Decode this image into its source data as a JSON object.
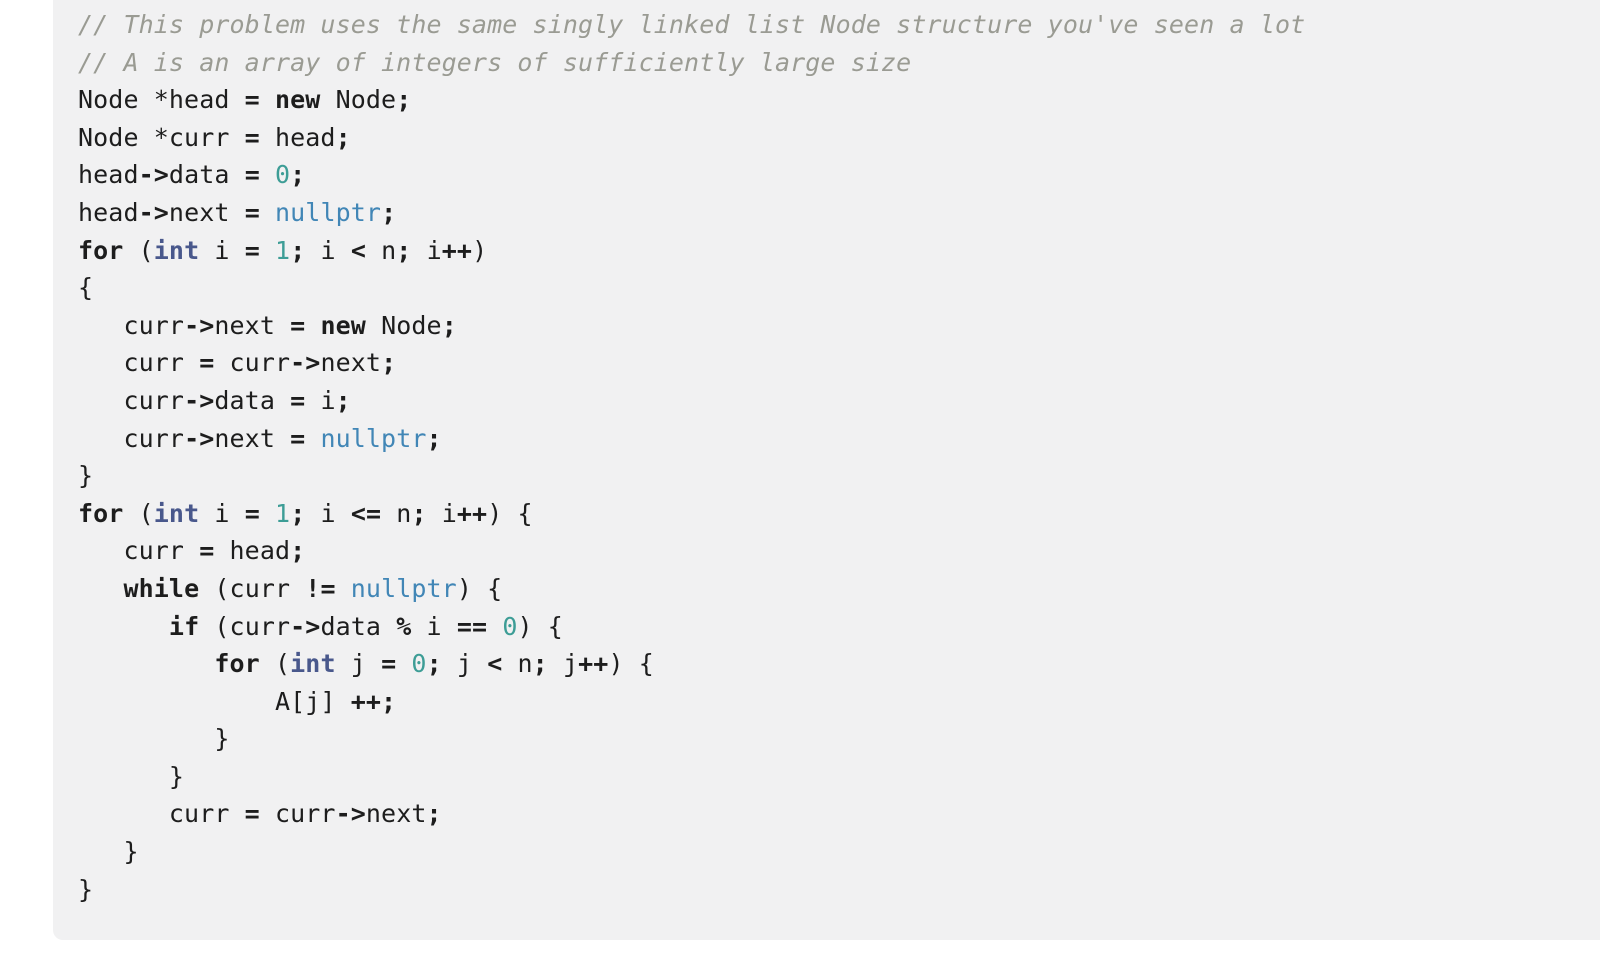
{
  "palette": {
    "page-bg": "#ffffff",
    "block-bg": "#f1f1f2",
    "fg": "#1d1d1d",
    "comment": "#9a9b93",
    "type": "#49588c",
    "number": "#3d9d96",
    "literal": "#4186b6"
  },
  "code": {
    "language": "cpp",
    "lines": [
      [
        [
          "c",
          "// This problem uses the same singly linked list Node structure you've seen a lot"
        ]
      ],
      [
        [
          "c",
          "// A is an array of integers of sufficiently large size"
        ]
      ],
      [
        [
          "p",
          "Node *head "
        ],
        [
          "o",
          "="
        ],
        [
          "p",
          " "
        ],
        [
          "k",
          "new"
        ],
        [
          "p",
          " Node"
        ],
        [
          "o",
          ";"
        ]
      ],
      [
        [
          "p",
          "Node *curr "
        ],
        [
          "o",
          "="
        ],
        [
          "p",
          " head"
        ],
        [
          "o",
          ";"
        ]
      ],
      [
        [
          "p",
          "head"
        ],
        [
          "o",
          "->"
        ],
        [
          "p",
          "data "
        ],
        [
          "o",
          "="
        ],
        [
          "p",
          " "
        ],
        [
          "n",
          "0"
        ],
        [
          "o",
          ";"
        ]
      ],
      [
        [
          "p",
          "head"
        ],
        [
          "o",
          "->"
        ],
        [
          "p",
          "next "
        ],
        [
          "o",
          "="
        ],
        [
          "p",
          " "
        ],
        [
          "l",
          "nullptr"
        ],
        [
          "o",
          ";"
        ]
      ],
      [
        [
          "k",
          "for"
        ],
        [
          "p",
          " ("
        ],
        [
          "t",
          "int"
        ],
        [
          "p",
          " i "
        ],
        [
          "o",
          "="
        ],
        [
          "p",
          " "
        ],
        [
          "n",
          "1"
        ],
        [
          "o",
          ";"
        ],
        [
          "p",
          " i "
        ],
        [
          "o",
          "<"
        ],
        [
          "p",
          " n"
        ],
        [
          "o",
          ";"
        ],
        [
          "p",
          " i"
        ],
        [
          "o",
          "++"
        ],
        [
          "p",
          ")"
        ]
      ],
      [
        [
          "p",
          "{"
        ]
      ],
      [
        [
          "p",
          "   curr"
        ],
        [
          "o",
          "->"
        ],
        [
          "p",
          "next "
        ],
        [
          "o",
          "="
        ],
        [
          "p",
          " "
        ],
        [
          "k",
          "new"
        ],
        [
          "p",
          " Node"
        ],
        [
          "o",
          ";"
        ]
      ],
      [
        [
          "p",
          "   curr "
        ],
        [
          "o",
          "="
        ],
        [
          "p",
          " curr"
        ],
        [
          "o",
          "->"
        ],
        [
          "p",
          "next"
        ],
        [
          "o",
          ";"
        ]
      ],
      [
        [
          "p",
          "   curr"
        ],
        [
          "o",
          "->"
        ],
        [
          "p",
          "data "
        ],
        [
          "o",
          "="
        ],
        [
          "p",
          " i"
        ],
        [
          "o",
          ";"
        ]
      ],
      [
        [
          "p",
          "   curr"
        ],
        [
          "o",
          "->"
        ],
        [
          "p",
          "next "
        ],
        [
          "o",
          "="
        ],
        [
          "p",
          " "
        ],
        [
          "l",
          "nullptr"
        ],
        [
          "o",
          ";"
        ]
      ],
      [
        [
          "p",
          "}"
        ]
      ],
      [
        [
          "k",
          "for"
        ],
        [
          "p",
          " ("
        ],
        [
          "t",
          "int"
        ],
        [
          "p",
          " i "
        ],
        [
          "o",
          "="
        ],
        [
          "p",
          " "
        ],
        [
          "n",
          "1"
        ],
        [
          "o",
          ";"
        ],
        [
          "p",
          " i "
        ],
        [
          "o",
          "<="
        ],
        [
          "p",
          " n"
        ],
        [
          "o",
          ";"
        ],
        [
          "p",
          " i"
        ],
        [
          "o",
          "++"
        ],
        [
          "p",
          ") {"
        ]
      ],
      [
        [
          "p",
          "   curr "
        ],
        [
          "o",
          "="
        ],
        [
          "p",
          " head"
        ],
        [
          "o",
          ";"
        ]
      ],
      [
        [
          "p",
          "   "
        ],
        [
          "k",
          "while"
        ],
        [
          "p",
          " (curr "
        ],
        [
          "o",
          "!="
        ],
        [
          "p",
          " "
        ],
        [
          "l",
          "nullptr"
        ],
        [
          "p",
          ") {"
        ]
      ],
      [
        [
          "p",
          "      "
        ],
        [
          "k",
          "if"
        ],
        [
          "p",
          " (curr"
        ],
        [
          "o",
          "->"
        ],
        [
          "p",
          "data "
        ],
        [
          "o",
          "%"
        ],
        [
          "p",
          " i "
        ],
        [
          "o",
          "=="
        ],
        [
          "p",
          " "
        ],
        [
          "n",
          "0"
        ],
        [
          "p",
          ") {"
        ]
      ],
      [
        [
          "p",
          "         "
        ],
        [
          "k",
          "for"
        ],
        [
          "p",
          " ("
        ],
        [
          "t",
          "int"
        ],
        [
          "p",
          " j "
        ],
        [
          "o",
          "="
        ],
        [
          "p",
          " "
        ],
        [
          "n",
          "0"
        ],
        [
          "o",
          ";"
        ],
        [
          "p",
          " j "
        ],
        [
          "o",
          "<"
        ],
        [
          "p",
          " n"
        ],
        [
          "o",
          ";"
        ],
        [
          "p",
          " j"
        ],
        [
          "o",
          "++"
        ],
        [
          "p",
          ") {"
        ]
      ],
      [
        [
          "p",
          "             A[j] "
        ],
        [
          "o",
          "++"
        ],
        [
          "o",
          ";"
        ]
      ],
      [
        [
          "p",
          "         }"
        ]
      ],
      [
        [
          "p",
          "      }"
        ]
      ],
      [
        [
          "p",
          "      curr "
        ],
        [
          "o",
          "="
        ],
        [
          "p",
          " curr"
        ],
        [
          "o",
          "->"
        ],
        [
          "p",
          "next"
        ],
        [
          "o",
          ";"
        ]
      ],
      [
        [
          "p",
          "   }"
        ]
      ],
      [
        [
          "p",
          "}"
        ]
      ]
    ]
  }
}
